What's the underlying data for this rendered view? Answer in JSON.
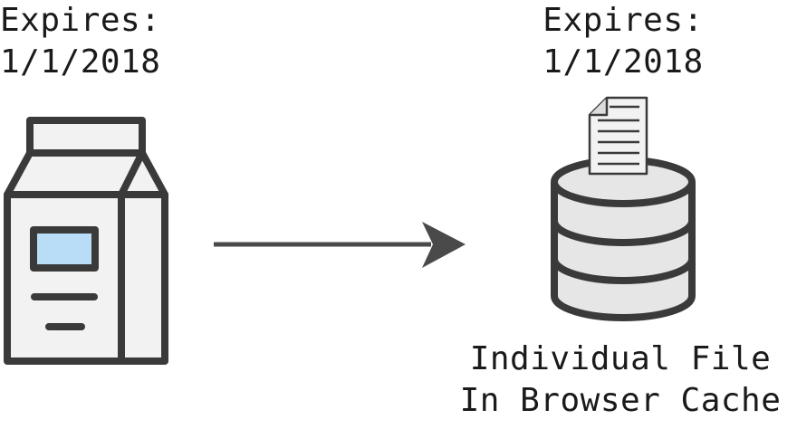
{
  "left": {
    "expiry_line1": "Expires:",
    "expiry_line2": "1/1/2018"
  },
  "right": {
    "expiry_line1": "Expires:",
    "expiry_line2": "1/1/2018",
    "caption_line1": "Individual File",
    "caption_line2": "In Browser Cache"
  },
  "colors": {
    "stroke": "#3a3a3a",
    "carton_fill": "#f2f2f2",
    "carton_window": "#b9dcf7",
    "cache_fill": "#e6e6e6",
    "document_fill": "#f2f2f2",
    "arrow": "#4a4a4a"
  },
  "icons": [
    "milk-carton-icon",
    "arrow-right-icon",
    "document-icon",
    "database-icon"
  ]
}
